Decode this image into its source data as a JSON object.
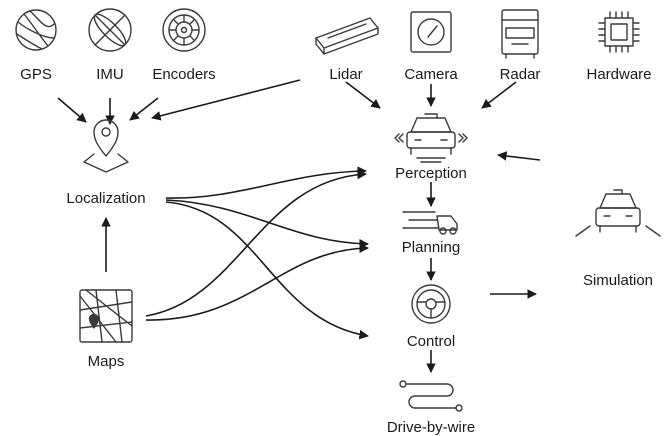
{
  "nodes": {
    "gps": "GPS",
    "imu": "IMU",
    "encoders": "Encoders",
    "lidar": "Lidar",
    "camera": "Camera",
    "radar": "Radar",
    "hardware": "Hardware",
    "localization": "Localization",
    "maps": "Maps",
    "perception": "Perception",
    "planning": "Planning",
    "control": "Control",
    "drive_by_wire": "Drive-by-wire",
    "simulation": "Simulation"
  },
  "colors": {
    "ink": "#1a1a1a",
    "icon_stroke": "#3a3a3a",
    "background": "#ffffff"
  },
  "icons": {
    "gps": "globe-icon",
    "imu": "gyroscope-icon",
    "encoders": "wheel-icon",
    "lidar": "lidar-unit-icon",
    "camera": "camera-icon",
    "radar": "radar-unit-icon",
    "hardware": "chip-icon",
    "localization": "map-pin-icon",
    "maps": "city-map-icon",
    "perception": "car-sensing-icon",
    "planning": "path-planning-icon",
    "control": "steering-wheel-icon",
    "drive_by_wire": "wire-path-icon",
    "simulation": "simulated-car-icon"
  }
}
